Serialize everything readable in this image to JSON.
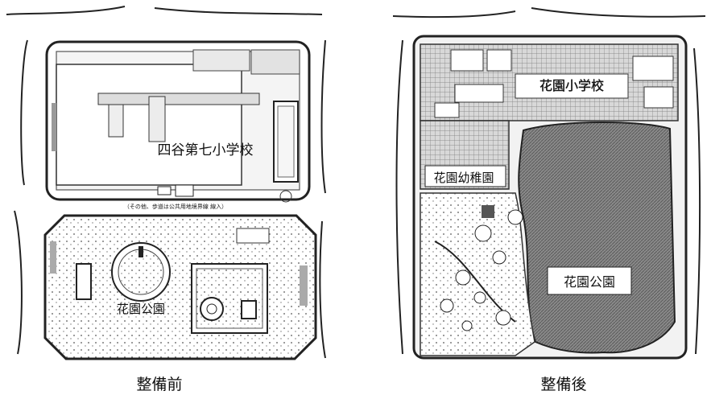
{
  "before_map": {
    "school_label": "四谷第七小学校",
    "park_label": "花園公園",
    "road_note": "（その他、歩道は公共用地境界線 線入）",
    "caption": "整備前"
  },
  "after_map": {
    "school_label": "花園小学校",
    "kindergarten_label": "花園幼稚園",
    "park_label": "花園公園",
    "caption": "整備後"
  }
}
